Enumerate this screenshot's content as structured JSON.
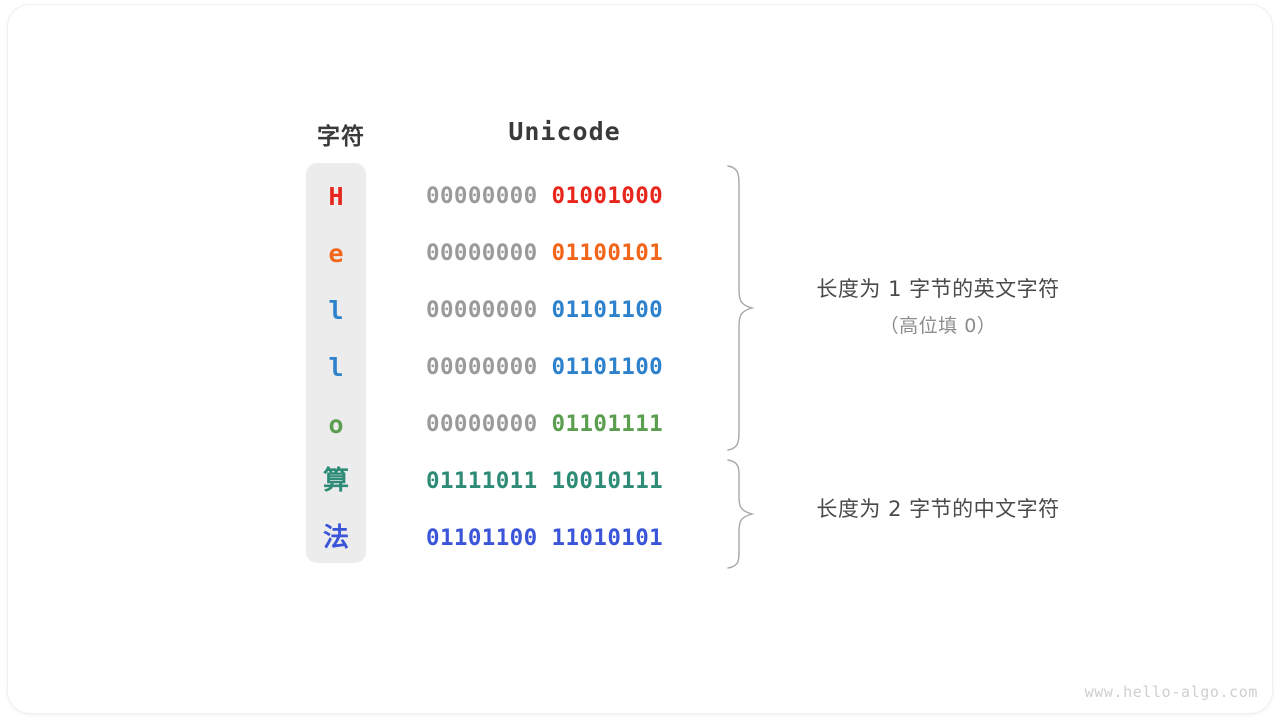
{
  "watermark": "www.hello-algo.com",
  "table": {
    "headers": {
      "char": "字符",
      "unicode": "Unicode"
    },
    "rows": [
      {
        "char": "H",
        "script": "latin",
        "color": "#E8261C",
        "high_byte": "00000000",
        "low_byte": "01001000"
      },
      {
        "char": "e",
        "script": "latin",
        "color": "#F2661C",
        "high_byte": "00000000",
        "low_byte": "01100101"
      },
      {
        "char": "l",
        "script": "latin",
        "color": "#2E82CC",
        "high_byte": "00000000",
        "low_byte": "01101100"
      },
      {
        "char": "l",
        "script": "latin",
        "color": "#2E82CC",
        "high_byte": "00000000",
        "low_byte": "01101100"
      },
      {
        "char": "o",
        "script": "latin",
        "color": "#5B9E50",
        "high_byte": "00000000",
        "low_byte": "01101111"
      },
      {
        "char": "算",
        "script": "han",
        "color": "#2E8B76",
        "high_byte": "01111011",
        "low_byte": "10010111"
      },
      {
        "char": "法",
        "script": "han",
        "color": "#3B55D9",
        "high_byte": "01101100",
        "low_byte": "11010101"
      }
    ]
  },
  "annotations": [
    {
      "main": "长度为 1 字节的英文字符",
      "sub": "（高位填 0）",
      "rows": "1-5"
    },
    {
      "main": "长度为 2 字节的中文字符",
      "sub": "",
      "rows": "6-7"
    }
  ],
  "colors": {
    "high_byte_gray": "#9a9a9a",
    "panel_background": "#ececec",
    "brace_stroke": "#a8a8a8",
    "annotation_main": "#4a4a4a",
    "annotation_sub": "#8d8d8d",
    "header_text": "#3a3a3a",
    "watermark": "#cfcfcf",
    "card_background": "#ffffff"
  }
}
